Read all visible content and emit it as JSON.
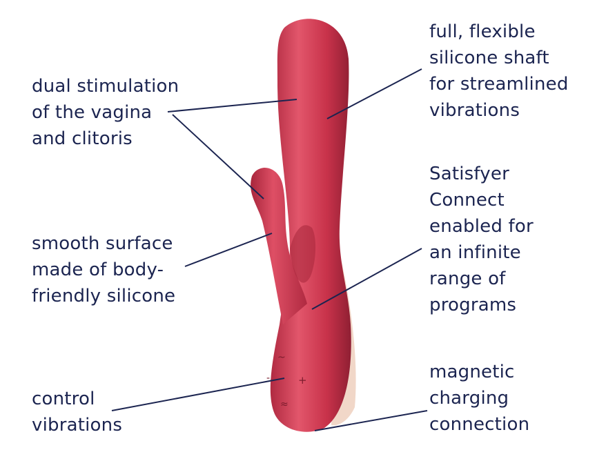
{
  "colors": {
    "text": "#1b2450",
    "leader_line": "#1b2450",
    "product_body": "#c8324a",
    "product_highlight": "#e2566b",
    "product_shadow": "#8f1f33",
    "base_accent": "#f1d7c8"
  },
  "product": {
    "control_icons": [
      "~",
      "-",
      "+",
      "≈"
    ]
  },
  "callouts": {
    "dual": {
      "lines": [
        "dual stimulation",
        "of the vagina",
        "and clitoris"
      ]
    },
    "smooth": {
      "lines": [
        "smooth surface",
        "made of body-",
        "friendly silicone"
      ]
    },
    "control": {
      "lines": [
        "control",
        "vibrations"
      ]
    },
    "shaft": {
      "lines": [
        "full, flexible",
        "silicone shaft",
        "for streamlined",
        "vibrations"
      ]
    },
    "connect": {
      "lines": [
        "Satisfyer",
        "Connect",
        "enabled for",
        "an infinite",
        "range of",
        "programs"
      ]
    },
    "charging": {
      "lines": [
        "magnetic",
        "charging",
        "connection"
      ]
    }
  }
}
